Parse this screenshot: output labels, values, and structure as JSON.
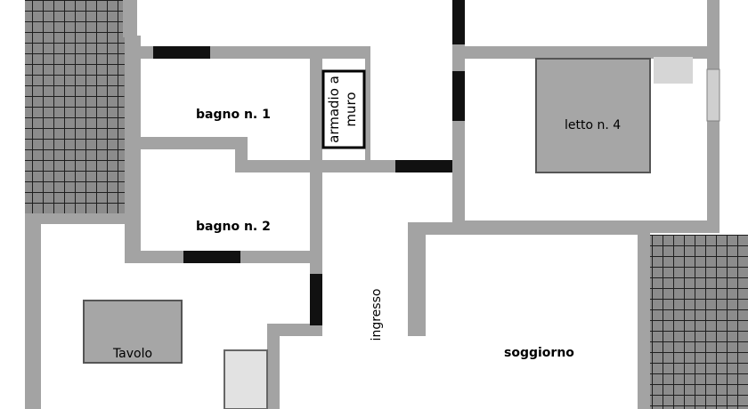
{
  "plan": {
    "colors": {
      "wall": "#a3a3a3",
      "door": "#111111",
      "tile_fill": "#8c8c8c",
      "tile_grid": "#1e1e1e",
      "furniture": "#a6a6a6",
      "background": "#ffffff"
    },
    "rooms": {
      "bagno1": "bagno n. 1",
      "bagno2": "bagno n. 2",
      "letto4": "letto n. 4",
      "soggiorno": "soggiorno",
      "ingresso": "ingresso"
    },
    "labels": {
      "armadio_line1": "armadio a",
      "armadio_line2": "muro",
      "tavolo": "Tavolo"
    }
  }
}
